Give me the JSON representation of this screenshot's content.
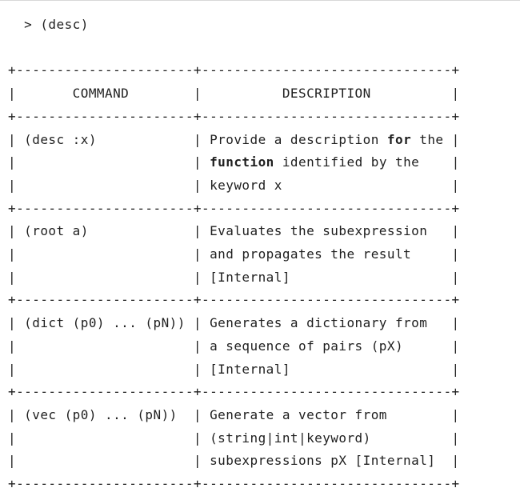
{
  "prompt": "> (desc)",
  "table": {
    "headers": [
      "COMMAND",
      "DESCRIPTION"
    ],
    "rows": [
      {
        "command": "(desc :x)",
        "description": [
          "Provide a description for the",
          "function identified by the",
          "keyword x"
        ]
      },
      {
        "command": "(root a)",
        "description": [
          "Evaluates the subexpression",
          "and propagates the result",
          "[Internal]"
        ]
      },
      {
        "command": "(dict (p0) ... (pN))",
        "description": [
          "Generates a dictionary from",
          "a sequence of pairs (pX)",
          "[Internal]"
        ]
      },
      {
        "command": "(vec (p0) ... (pN))",
        "description": [
          "Generate a vector from",
          "(string|int|keyword)",
          "subexpressions pX [Internal]"
        ]
      }
    ]
  },
  "colors": {
    "background": "#ffffff",
    "text": "#1f1f1f",
    "top_rule": "#d8d8d8"
  }
}
